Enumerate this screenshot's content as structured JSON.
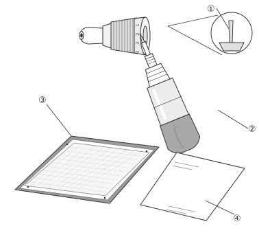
{
  "figure": {
    "callouts": [
      {
        "id": "1",
        "label": "①"
      },
      {
        "id": "2",
        "label": "②"
      },
      {
        "id": "3",
        "label": "③"
      },
      {
        "id": "4",
        "label": "④"
      }
    ],
    "dial_marks": [
      "1",
      "2",
      "3",
      "4"
    ],
    "colors": {
      "outline": "#333333",
      "mat_border": "#9a9a9a",
      "mat_grid": "#b8b8b8",
      "holder_body": "#e6e6e6",
      "holder_cap": "#a8a8a8",
      "dial_band": "#d4d4d4"
    }
  }
}
